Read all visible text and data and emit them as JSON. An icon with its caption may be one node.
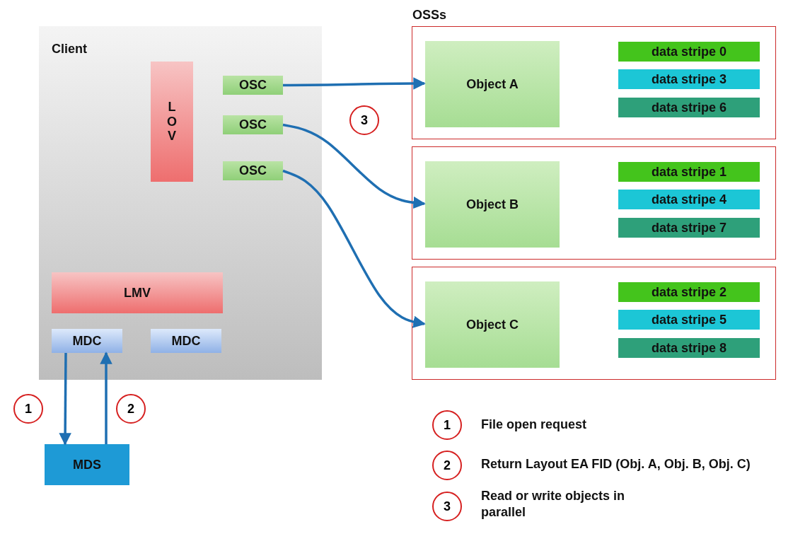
{
  "diagram": {
    "nodes": [
      {
        "text": [
          "Client"
        ]
      },
      {
        "text": [
          "LOV"
        ],
        "in": 0
      },
      {
        "text": [
          "OSC"
        ],
        "in": 0
      },
      {
        "text": [
          "OSC"
        ],
        "in": 0
      },
      {
        "text": [
          "OSC"
        ],
        "in": 0
      },
      {
        "text": [
          "LMV"
        ],
        "in": 0
      },
      {
        "text": [
          "MDC"
        ],
        "in": 0
      },
      {
        "text": [
          "MDC"
        ],
        "in": 0
      },
      {
        "text": [
          "MDS"
        ]
      },
      {
        "text": [],
        "shape": "box"
      },
      {
        "text": [
          "Object A"
        ],
        "in": 9
      },
      {
        "text": [
          "data stripe 0"
        ],
        "in": 9
      },
      {
        "text": [
          "data stripe 3"
        ],
        "in": 9
      },
      {
        "text": [
          "data stripe 6"
        ],
        "in": 9
      },
      {
        "text": [],
        "shape": "box"
      },
      {
        "text": [
          "Object B"
        ],
        "in": 14
      },
      {
        "text": [
          "data stripe 1"
        ],
        "in": 14
      },
      {
        "text": [
          "data stripe 4"
        ],
        "in": 14
      },
      {
        "text": [
          "data stripe 7"
        ],
        "in": 14
      },
      {
        "text": [],
        "shape": "box"
      },
      {
        "text": [
          "Object C"
        ],
        "in": 19
      },
      {
        "text": [
          "data stripe 2"
        ],
        "in": 19
      },
      {
        "text": [
          "data stripe 5"
        ],
        "in": 19
      },
      {
        "text": [
          "data stripe 8"
        ],
        "in": 19
      }
    ],
    "edges": [
      {
        "from": 2,
        "to": 10,
        "arrow": "to"
      },
      {
        "from": 3,
        "to": 15,
        "arrow": "to"
      },
      {
        "from": 4,
        "to": 20,
        "arrow": "to"
      },
      {
        "from": 6,
        "to": 8,
        "arrow": "to"
      },
      {
        "from": 8,
        "to": 6,
        "arrow": "to"
      }
    ],
    "labels": [
      "OSSs",
      "3",
      "1",
      "2",
      "1",
      "File open request",
      "2",
      "Return Layout EA FID (Obj. A, Obj. B, Obj. C)",
      "3",
      "Read or write objects in parallel"
    ]
  }
}
